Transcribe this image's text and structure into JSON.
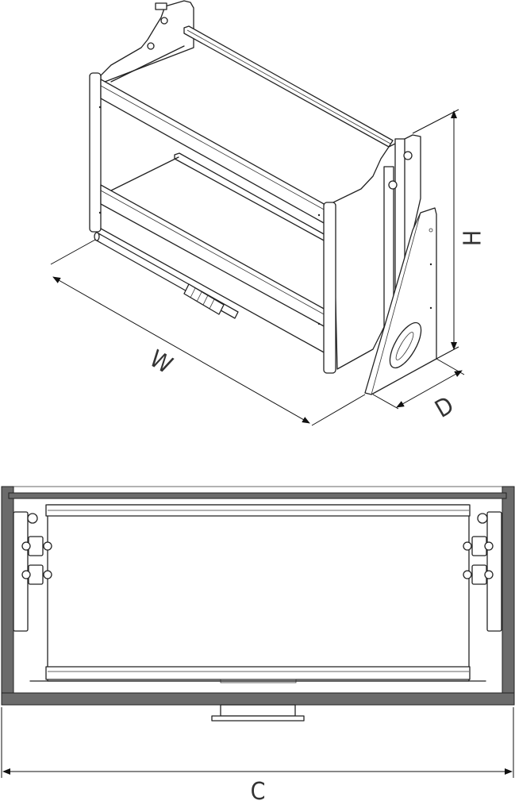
{
  "iso_view": {
    "dimensions": {
      "width_label": "W",
      "height_label": "H",
      "depth_label": "D"
    }
  },
  "front_view": {
    "dimensions": {
      "cabinet_width_label": "C"
    }
  },
  "colors": {
    "cabinet_wall": "#6b6b6b",
    "line": "#222222"
  }
}
